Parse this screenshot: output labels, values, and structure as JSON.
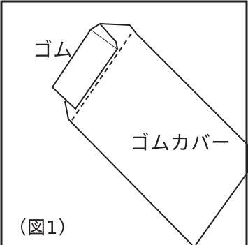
{
  "labels": {
    "rubber": "ゴム",
    "rubber_cover": "ゴムカバー",
    "figure_caption": "（図1）"
  },
  "colors": {
    "line": "#231f20",
    "background": "#ffffff"
  }
}
